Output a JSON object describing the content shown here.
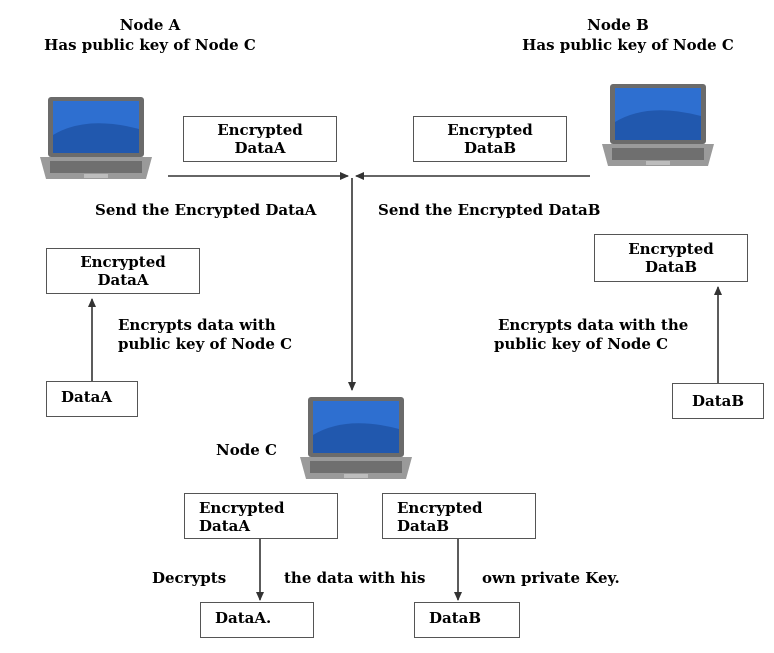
{
  "nodes": {
    "a": {
      "title": "Node A",
      "subtitle": "Has public key of Node C"
    },
    "b": {
      "title": "Node B",
      "subtitle": "Has public key of Node C"
    },
    "c": {
      "title": "Node C"
    }
  },
  "boxes": {
    "top_a": [
      "Encrypted",
      "DataA"
    ],
    "top_b": [
      "Encrypted",
      "DataB"
    ],
    "left_enc": [
      "Encrypted",
      "DataA"
    ],
    "right_enc": [
      "Encrypted",
      "DataB"
    ],
    "left_plain": "DataA",
    "right_plain": "DataB",
    "c_enc_a": [
      "Encrypted",
      "DataA"
    ],
    "c_enc_b": [
      "Encrypted",
      "DataB"
    ],
    "c_out_a": "DataA.",
    "c_out_b": "DataB"
  },
  "labels": {
    "send_a": "Send the Encrypted DataA",
    "send_b": "Send the Encrypted DataB",
    "encrypt_a": [
      "Encrypts data with",
      "public key of Node C"
    ],
    "encrypt_b": [
      "Encrypts data with the",
      "public key of Node C"
    ],
    "decrypt_1": "Decrypts",
    "decrypt_2": "the data with his",
    "decrypt_3": "own private Key."
  },
  "colors": {
    "line": "#333333",
    "box_border": "#555555",
    "screen": "#2e6fd0",
    "body": "#8a8a8a"
  }
}
